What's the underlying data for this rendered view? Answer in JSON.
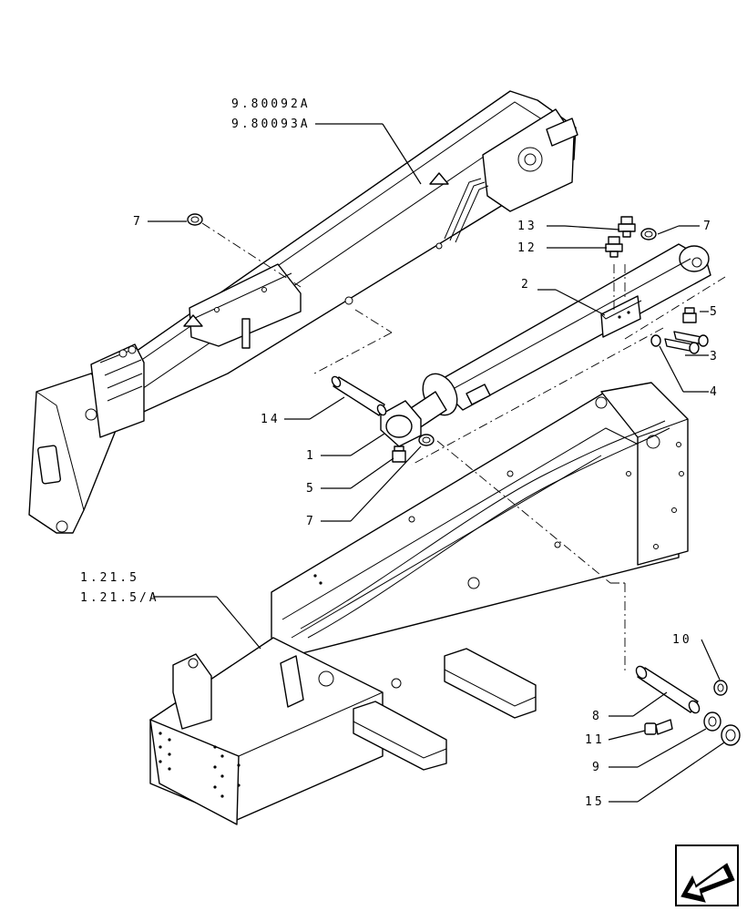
{
  "labels": {
    "boom_ref_1": "9.80092A",
    "boom_ref_2": "9.80093A",
    "frame_ref_1": "1.21.5",
    "frame_ref_2": "1.21.5/A",
    "p1": "1",
    "p2": "2",
    "p3": "3",
    "p4": "4",
    "p5_right": "5",
    "p5_left": "5",
    "p7_left": "7",
    "p7_right": "7",
    "p7_lower": "7",
    "p8": "8",
    "p9": "9",
    "p10": "10",
    "p11": "11",
    "p12": "12",
    "p13": "13",
    "p14": "14",
    "p15": "15"
  },
  "icons": {
    "nav": "arrow-down-left-icon"
  }
}
